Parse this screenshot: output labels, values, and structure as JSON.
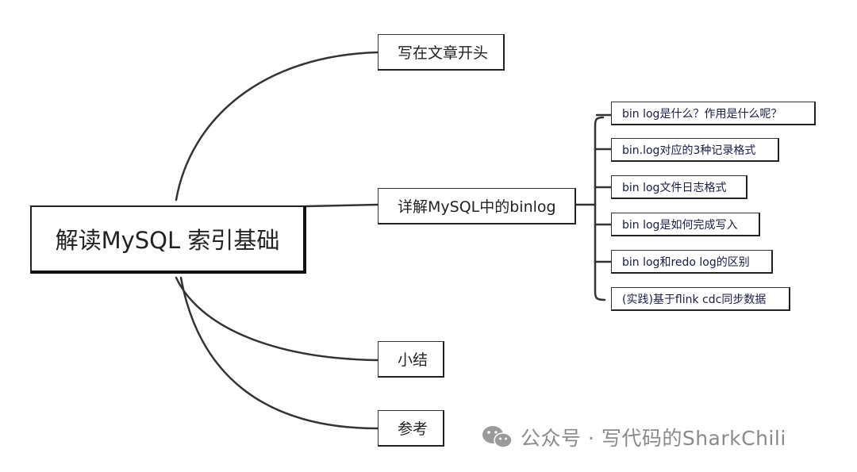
{
  "root": {
    "label": "解读MySQL 索引基础"
  },
  "branches": [
    {
      "label": "写在文章开头"
    },
    {
      "label": "详解MySQL中的binlog"
    },
    {
      "label": "小结"
    },
    {
      "label": "参考"
    }
  ],
  "binlog_children": [
    {
      "label": "bin log是什么？作用是什么呢？"
    },
    {
      "label": "bin.log对应的3种记录格式"
    },
    {
      "label": "bin log文件日志格式"
    },
    {
      "label": "bin log是如何完成写入"
    },
    {
      "label": "bin log和redo log的区别"
    },
    {
      "label": "(实践)基于flink cdc同步数据"
    }
  ],
  "watermark": {
    "text": "公众号 · 写代码的SharkChili",
    "icon": "wechat-icon"
  }
}
